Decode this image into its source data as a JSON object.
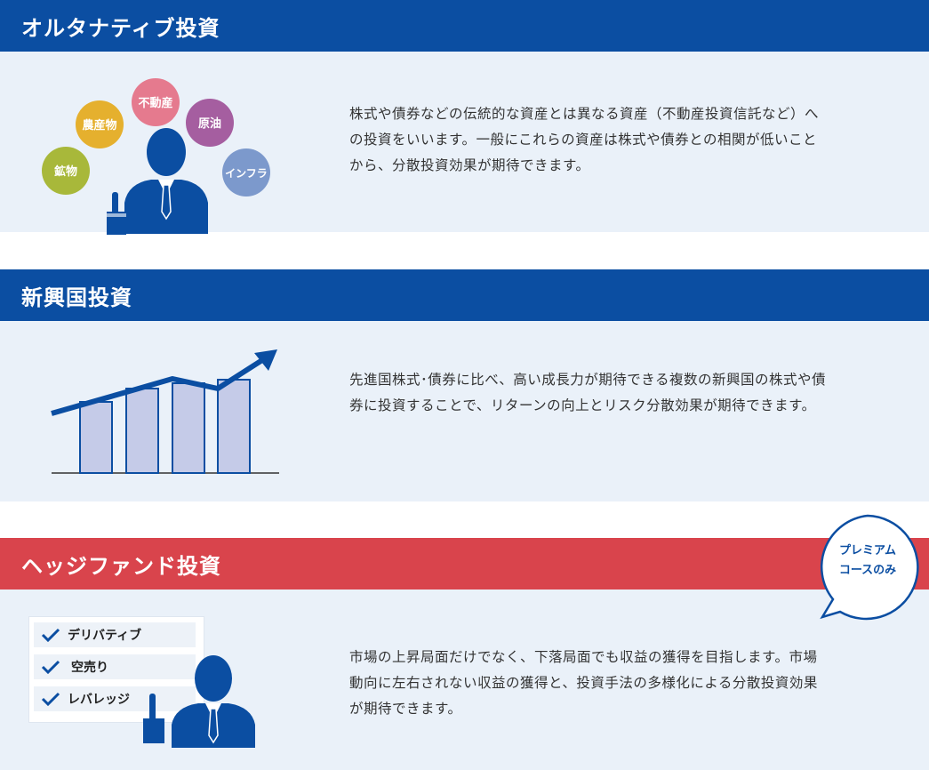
{
  "sections": [
    {
      "title": "オルタナティブ投資",
      "description": "株式や債券などの伝統的な資産とは異なる資産（不動産投資信託など）への投資をいいます。一般にこれらの資産は株式や債券との相関が低いことから、分散投資効果が期待できます。",
      "bubbles": [
        {
          "label": "鉱物",
          "color": "#a8b83a"
        },
        {
          "label": "農産物",
          "color": "#e5b02e"
        },
        {
          "label": "不動産",
          "color": "#e57a8e"
        },
        {
          "label": "原油",
          "color": "#a55ea0"
        },
        {
          "label": "インフラ",
          "color": "#7c99cc"
        }
      ]
    },
    {
      "title": "新興国投資",
      "description": "先進国株式･債券に比べ、高い成長力が期待できる複数の新興国の株式や債券に投資することで、リターンの向上とリスク分散効果が期待できます。"
    },
    {
      "title": "ヘッジファンド投資",
      "description": "市場の上昇局面だけでなく、下落局面でも収益の獲得を目指します。市場動向に左右されない収益の獲得と、投資手法の多様化による分散投資効果が期待できます。",
      "badge": [
        "プレミアム",
        "コースのみ"
      ],
      "checklist": [
        "デリバティブ",
        "空売り",
        "レバレッジ"
      ]
    }
  ],
  "colors": {
    "blue": "#0b4ea2",
    "red": "#d9444c",
    "panel": "#eaf1f9"
  }
}
